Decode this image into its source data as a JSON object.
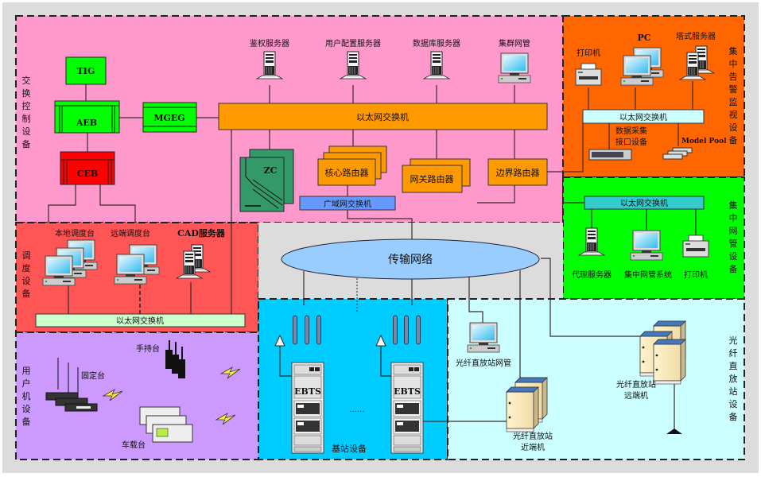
{
  "colors": {
    "outer_bg": "#dcdcdc",
    "switching_zone": "#ff99cc",
    "alarm_zone": "#ff6600",
    "netmgmt_zone": "#00ff00",
    "dispatch_zone": "#ff5555",
    "user_zone": "#cc99ff",
    "transport_zone": "#dcdcdc",
    "basestation_zone": "#00ccff",
    "repeater_zone": "#ccffff",
    "ethernet_switch": "#ff9900",
    "green_box": "#00ff00",
    "ceb_box": "#ff0000",
    "wan_switch": "#6699ff",
    "transport_cloud": "#99ccff",
    "zc": "#339966"
  },
  "zones": {
    "switching": {
      "label": "交换控制设备"
    },
    "alarm": {
      "label": "集中告警监视设备"
    },
    "netmgmt": {
      "label": "集中网管设备"
    },
    "dispatch": {
      "label": "调度设备"
    },
    "user": {
      "label": "用户机设备"
    },
    "basestation": {
      "label": "基站设备"
    },
    "repeater": {
      "label": "光纤直放站设备"
    }
  },
  "switching": {
    "tig": "TIG",
    "aeb": "AEB",
    "ceb": "CEB",
    "mgeg": "MGEG",
    "servers": [
      "鉴权服务器",
      "用户配置服务器",
      "数据库服务器",
      "集群网管"
    ],
    "ethernet_switch": "以太网交换机",
    "zc": "ZC",
    "core_router": "核心路由器",
    "gateway_router": "网关路由器",
    "border_router": "边界路由器",
    "wan_switch": "广域网交换机"
  },
  "alarm": {
    "printer": "打印机",
    "pc": "PC",
    "tower_server": "塔式服务器",
    "ethernet_switch": "以太网交换机",
    "data_interface_line1": "数据采集",
    "data_interface_line2": "接口设备",
    "model_pool": "Model Pool"
  },
  "netmgmt": {
    "ethernet_switch": "以太网交换机",
    "proxy_server": "代理服务器",
    "nms_system": "集中网管系统",
    "printer": "打印机"
  },
  "dispatch": {
    "local_console": "本地调度台",
    "remote_console": "远端调度台",
    "cad_server": "CAD服务器",
    "ethernet_switch": "以太网交换机"
  },
  "user": {
    "handheld": "手持台",
    "fixed": "固定台",
    "vehicle": "车载台"
  },
  "transport": {
    "network": "传输网络"
  },
  "basestation": {
    "ebts": [
      "EBTS",
      "EBTS"
    ],
    "ellipsis": "......"
  },
  "repeater": {
    "nms": "光纤直放站网管",
    "near_line1": "光纤直放站",
    "near_line2": "近端机",
    "far_line1": "光纤直放站",
    "far_line2": "远端机"
  }
}
